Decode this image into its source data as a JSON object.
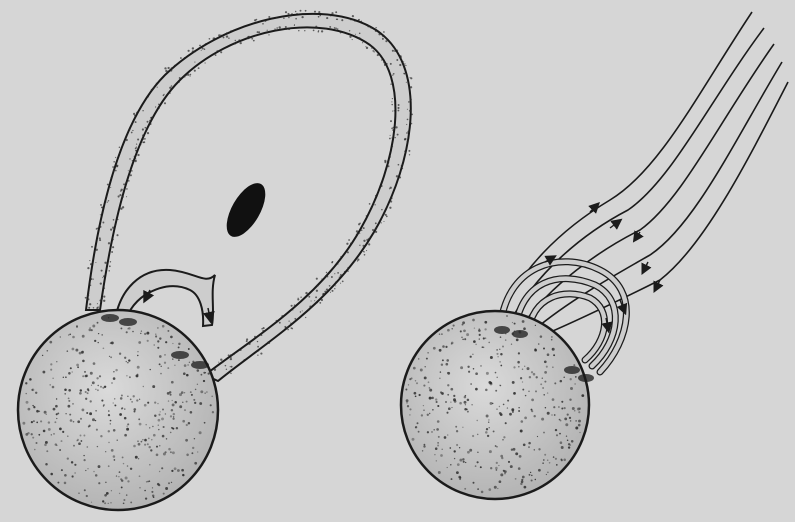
{
  "figure": {
    "colors": {
      "paper": "#d6d6d6",
      "ink": "#1b1b1b",
      "sphere_fill": "#c4c4c4",
      "loop_fill": "#cdcdcd",
      "stipple": "#2a2a2a",
      "blob": "#111111"
    },
    "left_panel": {
      "elements": [
        "sphere",
        "large-loop",
        "small-arched-loop",
        "dark-oval-blob",
        "field-arrows"
      ]
    },
    "right_panel": {
      "elements": [
        "sphere",
        "nested-field-arcs",
        "open-field-lines",
        "field-arrows"
      ]
    }
  }
}
